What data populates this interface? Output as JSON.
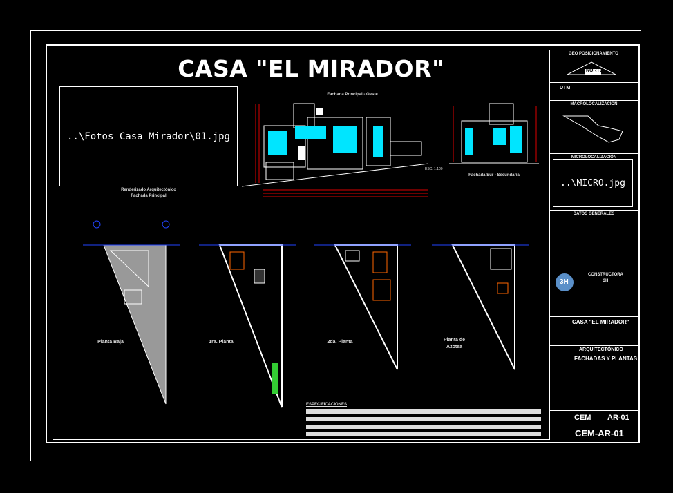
{
  "title": "CASA \"EL MIRADOR\"",
  "photo_placeholder": "..\\Fotos Casa Mirador\\01.jpg",
  "photo_caption_1": "Renderizado Arquitectónico",
  "photo_caption_2": "Fachada Principal",
  "elevations": {
    "main_title": "Fachada Principal - Oeste",
    "secondary_title": "Fachada Sur - Secundaria"
  },
  "plans": [
    {
      "label": "Planta Baja"
    },
    {
      "label": "1ra. Planta"
    },
    {
      "label": "2da. Planta"
    },
    {
      "label": "Planta de Azotea"
    }
  ],
  "notes_heading": "ESPECIFICACIONES",
  "title_block": {
    "georef_heading": "GEO POSICIONAMIENTO",
    "north_label": "NORTE",
    "utm_label": "UTM",
    "macro_heading": "MACROLOCALIZACIÓN",
    "micro_heading": "MICROLOCALIZACIÓN",
    "micro_placeholder": "..\\MICRO.jpg",
    "general_heading": "DATOS GENERALES",
    "constructora": "CONSTRUCTORA",
    "constructora_name": "3H",
    "logo_text": "3H",
    "project_name": "CASA \"EL MIRADOR\"",
    "discipline": "ARQUITECTÓNICO",
    "sheet_title": "FACHADAS Y PLANTAS",
    "firm_abbrev": "CEM",
    "sheet_code": "AR-01",
    "full_code": "CEM-AR-01"
  },
  "colors": {
    "background": "#000000",
    "line": "#ffffff",
    "glass": "#00e5ff",
    "dimension": "#ff2020",
    "grid_bubble": "#2244ff",
    "highlight": "#ffa040"
  }
}
